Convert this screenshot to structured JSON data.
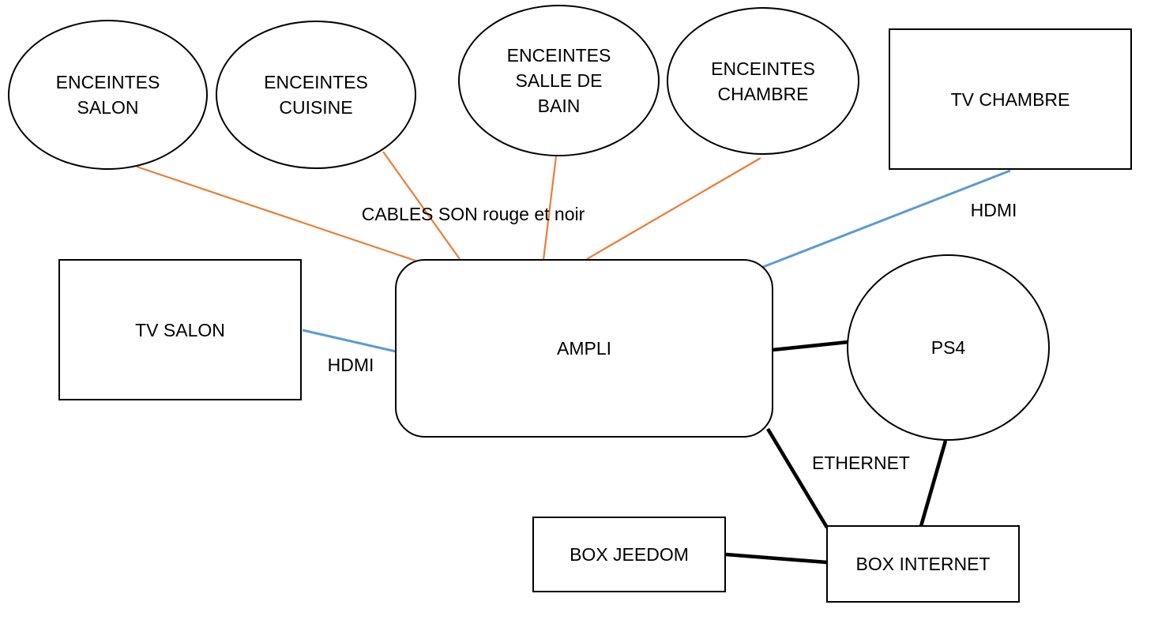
{
  "diagram": {
    "nodes": {
      "enceintes_salon": {
        "label": "ENCEINTES\nSALON",
        "shape": "ellipse"
      },
      "enceintes_cuisine": {
        "label": "ENCEINTES\nCUISINE",
        "shape": "ellipse"
      },
      "enceintes_sdb": {
        "label": "ENCEINTES\nSALLE DE\nBAIN",
        "shape": "ellipse"
      },
      "enceintes_chambre": {
        "label": "ENCEINTES\nCHAMBRE",
        "shape": "ellipse"
      },
      "tv_chambre": {
        "label": "TV CHAMBRE",
        "shape": "rectangle"
      },
      "tv_salon": {
        "label": "TV SALON",
        "shape": "rectangle"
      },
      "ampli": {
        "label": "AMPLI",
        "shape": "rounded-rectangle"
      },
      "ps4": {
        "label": "PS4",
        "shape": "circle"
      },
      "box_jeedom": {
        "label": "BOX JEEDOM",
        "shape": "rectangle"
      },
      "box_internet": {
        "label": "BOX INTERNET",
        "shape": "rectangle"
      }
    },
    "edge_labels": {
      "cables_son": "CABLES SON rouge et noir",
      "hdmi_left": "HDMI",
      "hdmi_right": "HDMI",
      "ethernet": "ETHERNET"
    },
    "connections": [
      {
        "from": "ENCEINTES SALON",
        "to": "AMPLI",
        "type": "CABLES SON rouge et noir"
      },
      {
        "from": "ENCEINTES CUISINE",
        "to": "AMPLI",
        "type": "CABLES SON rouge et noir"
      },
      {
        "from": "ENCEINTES SALLE DE BAIN",
        "to": "AMPLI",
        "type": "CABLES SON rouge et noir"
      },
      {
        "from": "ENCEINTES CHAMBRE",
        "to": "AMPLI",
        "type": "CABLES SON rouge et noir"
      },
      {
        "from": "TV SALON",
        "to": "AMPLI",
        "type": "HDMI"
      },
      {
        "from": "TV CHAMBRE",
        "to": "AMPLI",
        "type": "HDMI"
      },
      {
        "from": "AMPLI",
        "to": "PS4",
        "type": "ETHERNET"
      },
      {
        "from": "AMPLI",
        "to": "BOX INTERNET",
        "type": "ETHERNET"
      },
      {
        "from": "PS4",
        "to": "BOX INTERNET",
        "type": "ETHERNET"
      },
      {
        "from": "BOX JEEDOM",
        "to": "BOX INTERNET",
        "type": "ETHERNET"
      }
    ],
    "colors": {
      "audio_cable": "#ED7D31",
      "hdmi_cable": "#5B9BD5",
      "ethernet_cable": "#000000",
      "shape_border": "#000000",
      "text": "#000000",
      "background": "#FFFFFF"
    }
  }
}
